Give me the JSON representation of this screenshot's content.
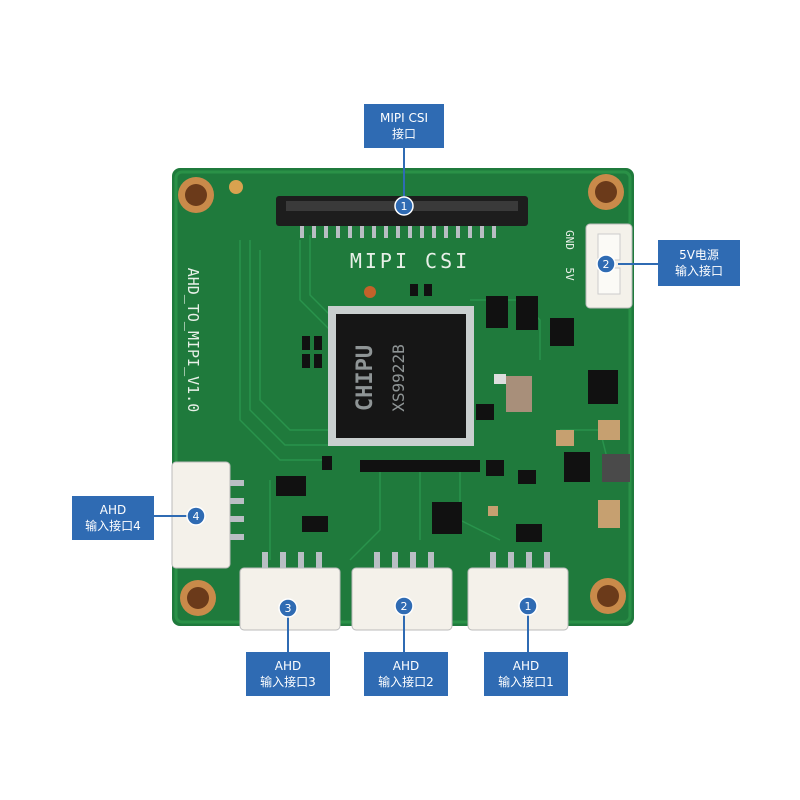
{
  "board": {
    "connector_label": "MIPI CSI",
    "chip_brand": "CHIPU",
    "chip_model": "XS9922B",
    "board_name": "AHD_TO_MIPI_V1.0",
    "power_pins": [
      "GND",
      "5V"
    ],
    "colors": {
      "pcb": "#1f7a3c",
      "pcb_light": "#2a9147",
      "trace": "#2fa255",
      "callout": "#2f6bb3"
    }
  },
  "callouts": {
    "mipi": {
      "line1": "MIPI CSI",
      "line2": "接口",
      "marker": "1"
    },
    "power": {
      "line1": "5V电源",
      "line2": "输入接口",
      "marker": "2"
    },
    "ahd4": {
      "line1": "AHD",
      "line2": "输入接口4",
      "marker": "4"
    },
    "ahd3": {
      "line1": "AHD",
      "line2": "输入接口3",
      "marker": "3"
    },
    "ahd2": {
      "line1": "AHD",
      "line2": "输入接口2",
      "marker": "2"
    },
    "ahd1": {
      "line1": "AHD",
      "line2": "输入接口1",
      "marker": "1"
    }
  }
}
